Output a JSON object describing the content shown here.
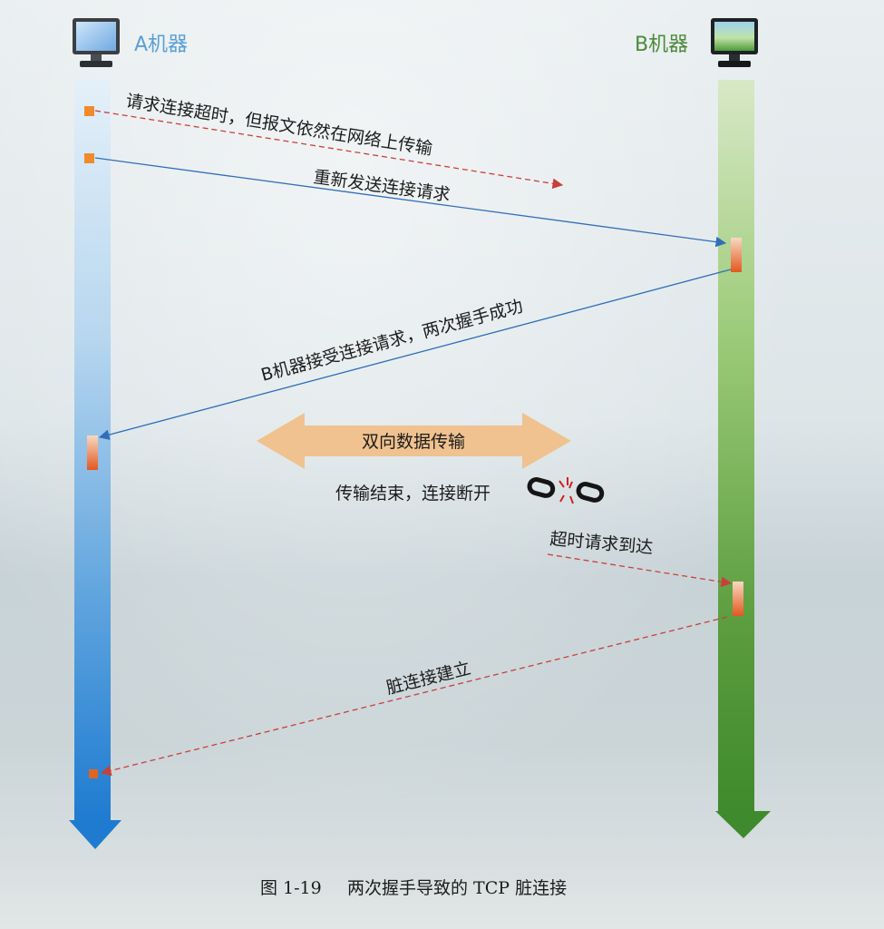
{
  "hosts": {
    "a_label": "A机器",
    "b_label": "B机器"
  },
  "messages": {
    "timeout_request": "请求连接超时，但报文依然在网络上传输",
    "resend_request": "重新发送连接请求",
    "b_accepts": "B机器接受连接请求，两次握手成功",
    "data_transfer": "双向数据传输",
    "transfer_end": "传输结束，连接断开",
    "timeout_arrives": "超时请求到达",
    "dirty_connection": "脏连接建立"
  },
  "caption": {
    "number": "图 1-19",
    "title": "两次握手导致的 TCP 脏连接"
  },
  "colors": {
    "host_a_line": "#3a8fd6",
    "host_b_line": "#4f9a3a",
    "solid_message": "#2f6fb8",
    "dashed_message": "#c8403a",
    "data_arrow": "#f0c08a"
  },
  "icons": {
    "host_a": "monitor-icon",
    "host_b": "monitor-icon",
    "disconnect": "broken-chain-icon"
  }
}
